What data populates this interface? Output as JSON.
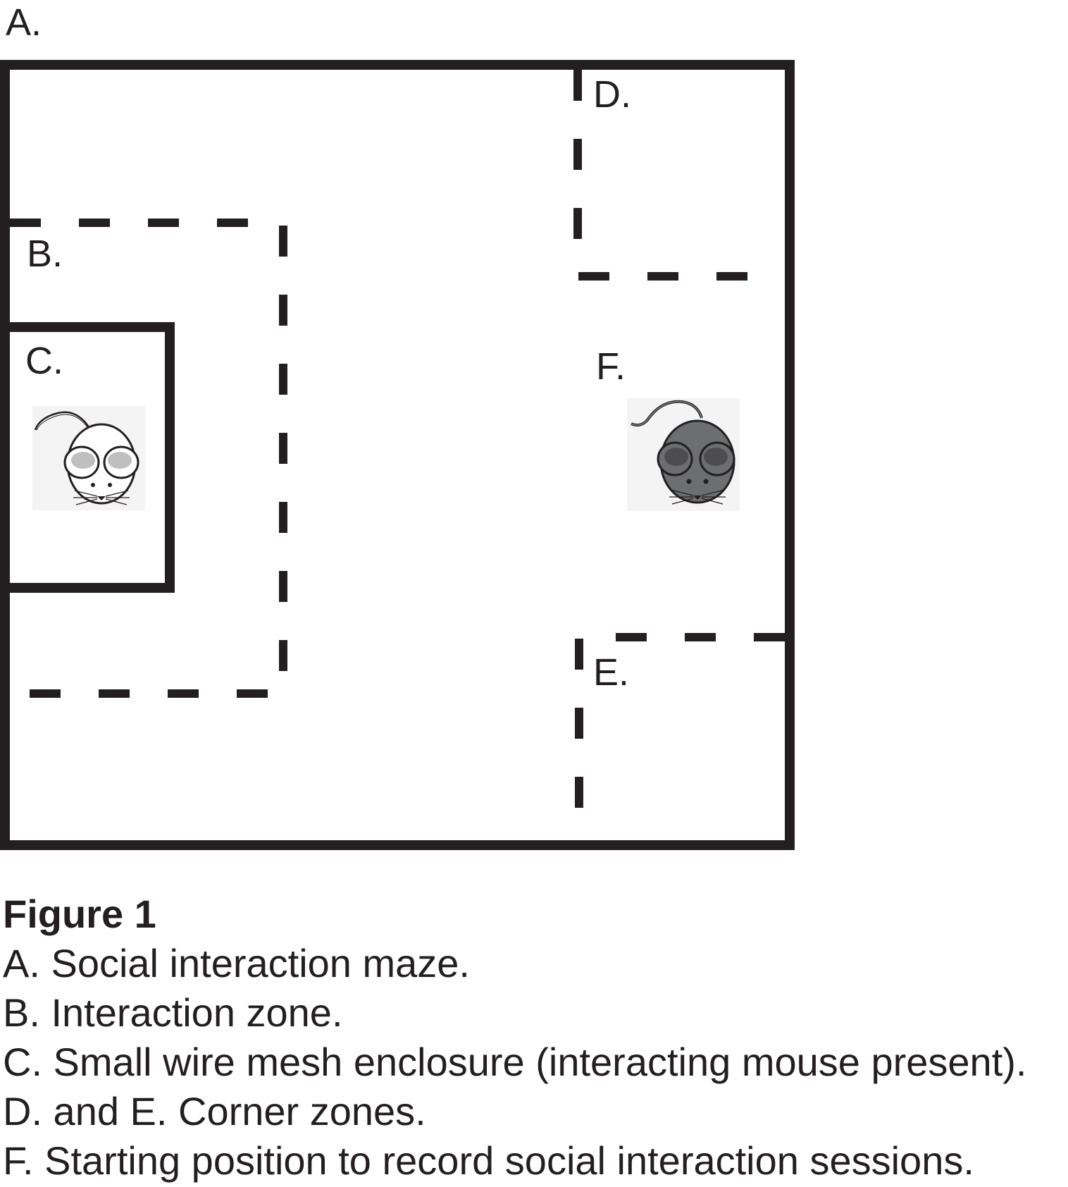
{
  "labels": {
    "a": "A.",
    "b": "B.",
    "c": "C.",
    "d": "D.",
    "e": "E.",
    "f": "F."
  },
  "caption": {
    "title": "Figure 1",
    "lines": [
      "A. Social interaction maze.",
      "B. Interaction zone.",
      "C. Small wire mesh enclosure (interacting mouse present).",
      "D. and E. Corner zones.",
      "F. Starting position to record social interaction sessions."
    ]
  },
  "colors": {
    "ink": "#231f20",
    "white_mouse": "#ffffff",
    "dark_mouse": "#6d6e70",
    "icon_bg": "#f4f4f4"
  },
  "icons": {
    "interacting_mouse": "white-mouse-icon",
    "test_mouse": "gray-mouse-icon"
  }
}
